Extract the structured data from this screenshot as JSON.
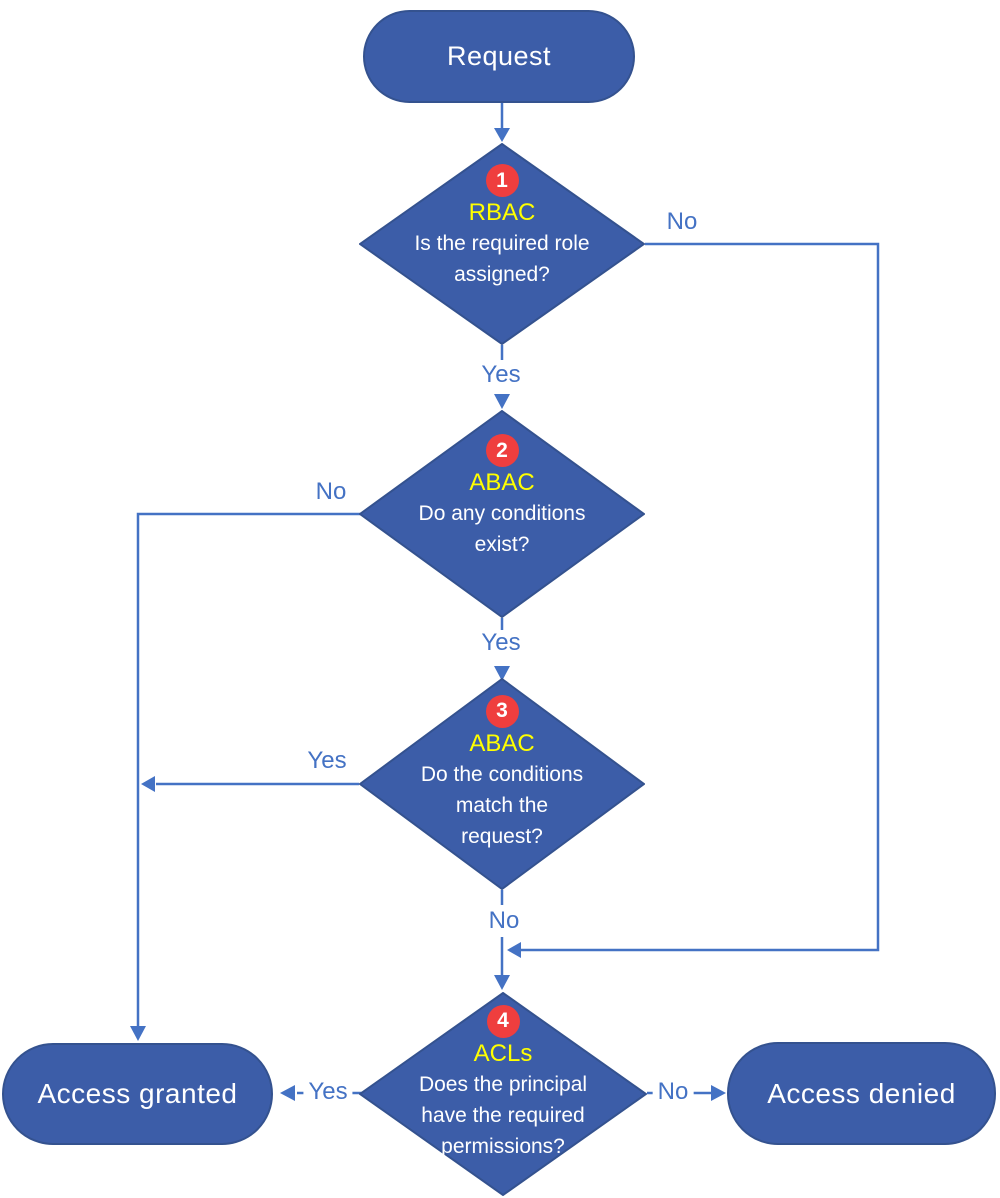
{
  "nodes": {
    "request": {
      "label": "Request"
    },
    "d1": {
      "step": "1",
      "tag": "RBAC",
      "question": "Is the required role\nassigned?"
    },
    "d2": {
      "step": "2",
      "tag": "ABAC",
      "question": "Do any conditions\nexist?"
    },
    "d3": {
      "step": "3",
      "tag": "ABAC",
      "question": "Do the conditions\nmatch the\nrequest?"
    },
    "d4": {
      "step": "4",
      "tag": "ACLs",
      "question": "Does the principal\nhave the required\npermissions?"
    },
    "granted": {
      "label": "Access granted"
    },
    "denied": {
      "label": "Access denied"
    }
  },
  "edges": {
    "d1_no": {
      "label": "No"
    },
    "d1_yes": {
      "label": "Yes"
    },
    "d2_no": {
      "label": "No"
    },
    "d2_yes": {
      "label": "Yes"
    },
    "d3_yes": {
      "label": "Yes"
    },
    "d3_no": {
      "label": "No"
    },
    "d4_yes": {
      "label": "Yes"
    },
    "d4_no": {
      "label": "No"
    }
  },
  "colors": {
    "shape_fill": "#3C5DA8",
    "shape_border": "#34528F",
    "connector": "#4472C4",
    "badge_fill": "#EF3E3E",
    "badge_text": "#FFFFFF",
    "tag_text": "#FFFF00",
    "node_text": "#FFFFFF",
    "background": "#FFFFFF"
  }
}
